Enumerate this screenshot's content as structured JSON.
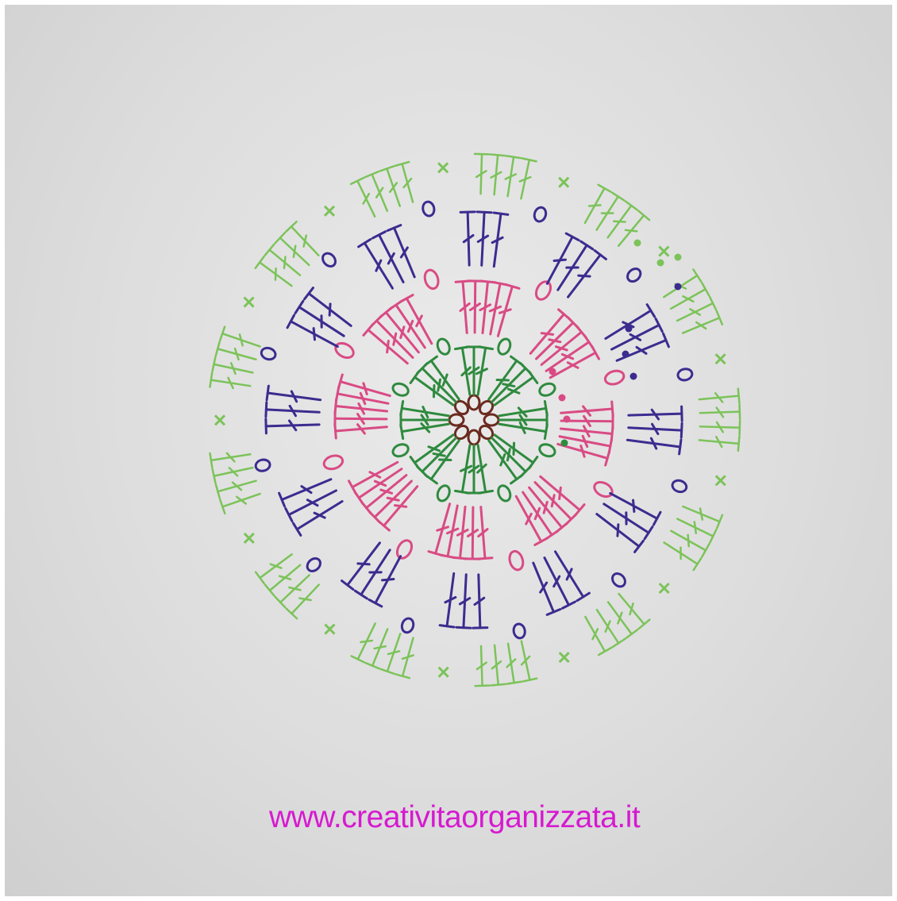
{
  "watermark": {
    "text": "www.creativitaorganizzata.it",
    "color": "#d61ad0"
  },
  "colors": {
    "paper": "#dcdcdc",
    "magic_ring": "#6b2a20",
    "round_1": "#2f8a3e",
    "round_2": "#d94b84",
    "round_3": "#3b2c8f",
    "round_4": "#7cc35a"
  },
  "diagram": {
    "type": "crochet-chart",
    "rounds": [
      {
        "round": 1,
        "stitch": "treble",
        "color": "#2f8a3e",
        "groups": 8,
        "stitches_per_group": 3
      },
      {
        "round": 2,
        "stitch": "treble",
        "color": "#d94b84",
        "groups": 8,
        "stitches_per_group": 5
      },
      {
        "round": 3,
        "stitch": "treble",
        "color": "#3b2c8f",
        "groups": 12,
        "stitches_per_group": 3
      },
      {
        "round": 4,
        "stitch": "treble",
        "color": "#7cc35a",
        "groups": 13,
        "stitches_per_group": 4
      }
    ]
  }
}
